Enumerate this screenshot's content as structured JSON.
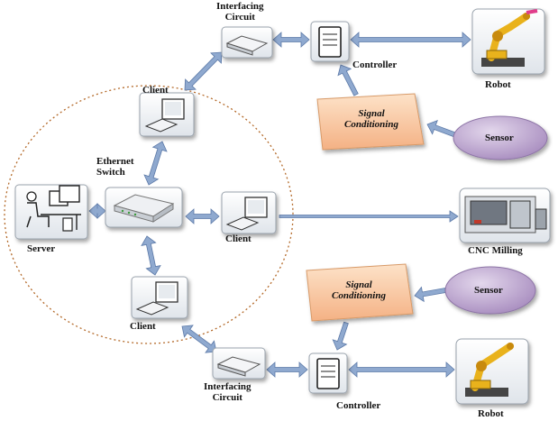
{
  "labels": {
    "interfacing_top": "Interfacing\nCircuit",
    "controller_top": "Controller",
    "robot_top": "Robot",
    "client_top": "Client",
    "signal_top": "Signal\nConditioning",
    "sensor_top": "Sensor",
    "ethernet_switch": "Ethernet\nSwitch",
    "server": "Server",
    "client_mid": "Client",
    "cnc": "CNC Milling",
    "signal_bottom": "Signal\nConditioning",
    "sensor_bottom": "Sensor",
    "client_bottom": "Client",
    "interfacing_bottom": "Interfacing\nCircuit",
    "controller_bottom": "Controller",
    "robot_bottom": "Robot"
  },
  "colors": {
    "arrow": "#8fa9cf",
    "arrow_edge": "#5d7aa8",
    "signal_box": "#f8c9a0",
    "sensor_ellipse": "#c8b6d6",
    "dotted_circle": "#b46a2a",
    "robot_yellow": "#e9b21a"
  }
}
